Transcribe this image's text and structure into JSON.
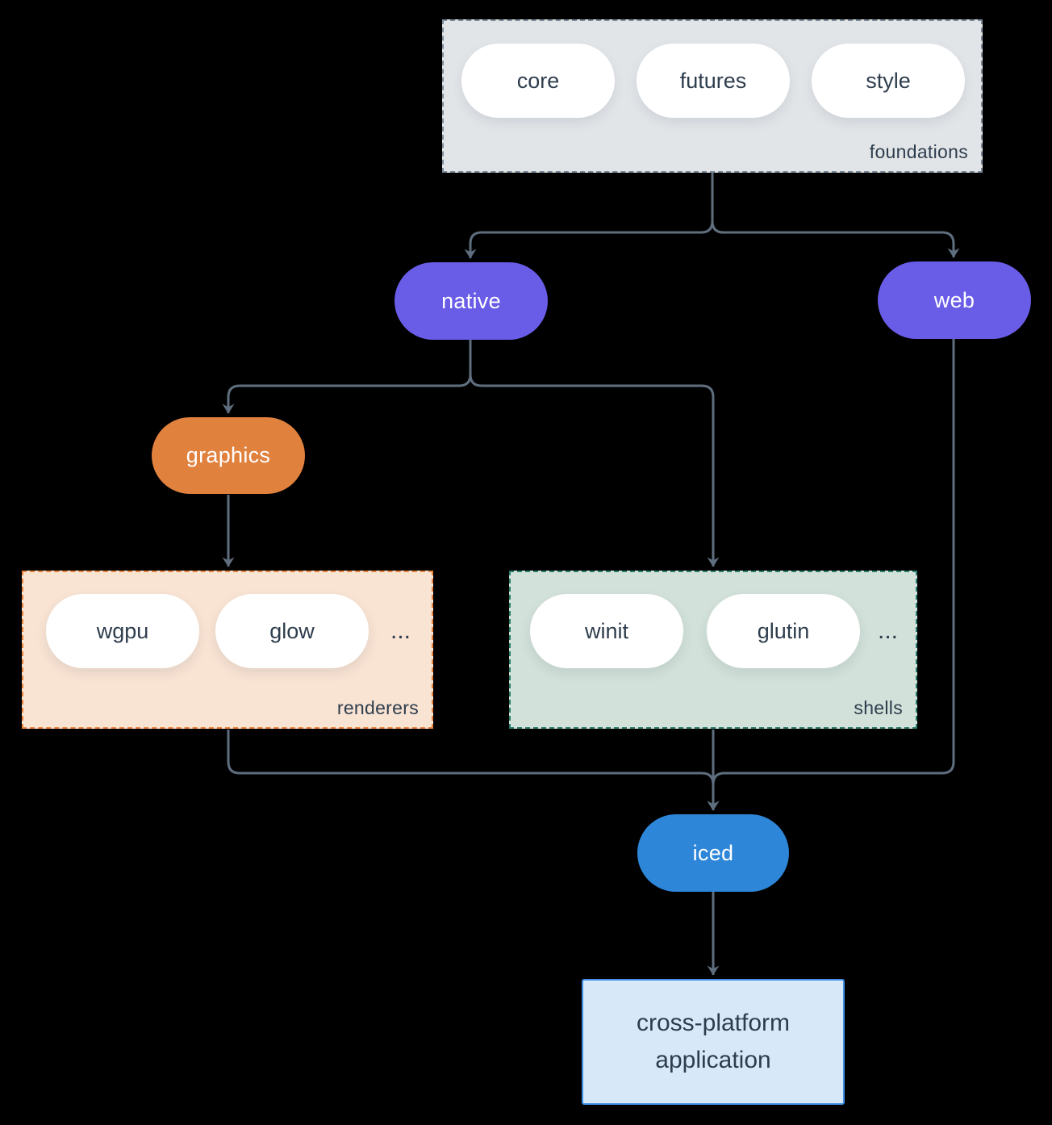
{
  "diagram": {
    "groups": {
      "foundations": {
        "label": "foundations",
        "items": [
          "core",
          "futures",
          "style"
        ]
      },
      "renderers": {
        "label": "renderers",
        "items": [
          "wgpu",
          "glow"
        ],
        "ellipsis": "..."
      },
      "shells": {
        "label": "shells",
        "items": [
          "winit",
          "glutin"
        ],
        "ellipsis": "..."
      }
    },
    "nodes": {
      "native": {
        "label": "native",
        "color": "#695ce7"
      },
      "web": {
        "label": "web",
        "color": "#695ce7"
      },
      "graphics": {
        "label": "graphics",
        "color": "#e0813e"
      },
      "iced": {
        "label": "iced",
        "color": "#2d86d8"
      }
    },
    "app": {
      "label": "cross-platform application"
    },
    "colors": {
      "background": "#000000",
      "edge": "#5f6e7e",
      "foundations_fill": "#e2e5e8",
      "foundations_border": "#7b8a98",
      "renderers_fill": "#f9e3d3",
      "renderers_border": "#e8823c",
      "shells_fill": "#d2e1d9",
      "shells_border": "#2a7d6c",
      "app_fill": "#d7e9f9",
      "app_border": "#3e8ee5",
      "text_dark": "#2e3d4d",
      "node_text": "#ffffff"
    }
  }
}
